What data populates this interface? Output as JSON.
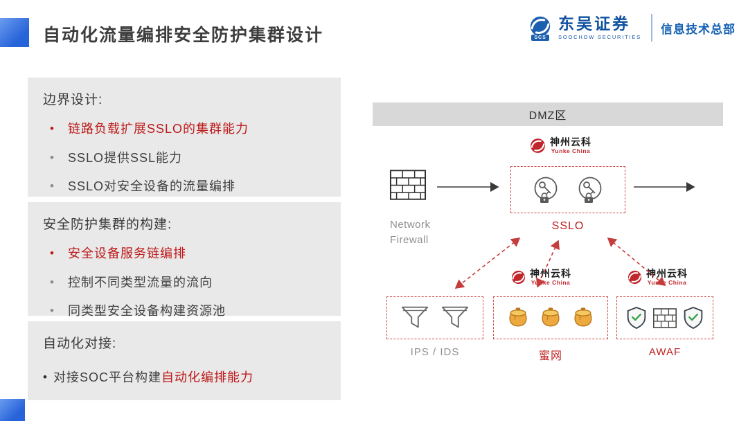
{
  "header": {
    "title": "自动化流量编排安全防护集群设计",
    "brand": {
      "logo_text": "SCS",
      "name": "东吴证券",
      "subtitle": "SOOCHOW SECURITIES",
      "department": "信息技术总部"
    }
  },
  "panels": [
    {
      "heading": "边界设计:",
      "items": [
        {
          "text": "链路负载扩展SSLO的集群能力",
          "emphasis": true
        },
        {
          "text": "SSLO提供SSL能力",
          "emphasis": false
        },
        {
          "text": "SSLO对安全设备的流量编排",
          "emphasis": false
        }
      ]
    },
    {
      "heading": "安全防护集群的构建:",
      "items": [
        {
          "text": "安全设备服务链编排",
          "emphasis": true
        },
        {
          "text": "控制不同类型流量的流向",
          "emphasis": false
        },
        {
          "text": "同类型安全设备构建资源池",
          "emphasis": false
        }
      ]
    },
    {
      "heading": "自动化对接:",
      "item_prefix": "对接SOC平台构建",
      "item_highlight": "自动化编排能力"
    }
  ],
  "diagram": {
    "zone_label": "DMZ区",
    "firewall_label": "Network Firewall",
    "sslo_label": "SSLO",
    "ips_label": "IPS / IDS",
    "honeynet_label": "蜜网",
    "awaf_label": "AWAF",
    "vendor": {
      "name": "神州云科",
      "subtitle": "Yunke China"
    }
  },
  "icons": {
    "brand_logo": "blue-swirl-mark",
    "vendor_logo": "red-swirl-mark",
    "firewall": "brick-wall",
    "ssl_key": "key-with-padlock-circle",
    "ips": "funnel",
    "honeypot": "honey-pot",
    "awaf_shield": "shield-with-checkmark"
  },
  "colors": {
    "accent_blue": "#2f6fe0",
    "brand_blue": "#10529f",
    "highlight_red": "#bd1a1a",
    "diagram_red": "#cc4848",
    "panel_gray": "#e9e9e9",
    "zone_gray": "#d8d8d8",
    "text_dark": "#3d3d3d",
    "text_gray": "#8f8f8f"
  }
}
